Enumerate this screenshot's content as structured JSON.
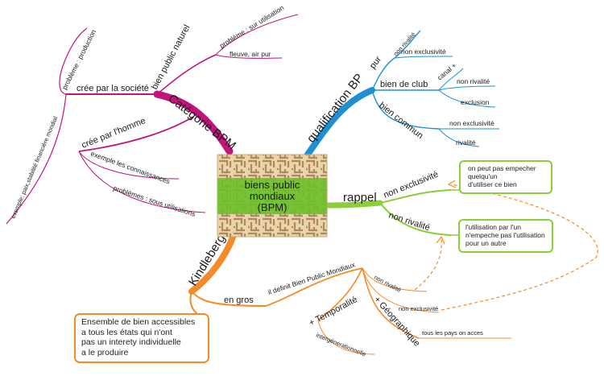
{
  "center": {
    "lines": [
      "biens public",
      "mondiaux",
      "(BPM)"
    ]
  },
  "left_branch": {
    "title": "Catégorie BPM",
    "cree_societe": "crée par la société",
    "bien_public_naturel": "bien public naturel",
    "probleme_sur_utilisation": "problème : sur utilisation",
    "fleuve_air_pur": "fleuve, air pur",
    "probleme_production": "problème : production",
    "exemple_paix": "exemple: paix,stabilité financière mondial",
    "cree_homme": "crée par l'homme",
    "exemple_connaissances": "exemple les connaissances",
    "problemes_sous_utilisations": "problèmes : sous utilisations"
  },
  "right_top_branch": {
    "title": "qualification BP",
    "pur": "pur",
    "non_rivalite_1": "non rivalité",
    "non_exclusivite_1": "non exclusivité",
    "bien_de_club": "bien de club",
    "canal": "canal +",
    "non_rivalite_2": "non rivalité",
    "exclusion": "exclusion",
    "bien_commun": "bien commun",
    "non_exclusivite_2": "non exclusivité",
    "rivalite": "rivalité"
  },
  "rappel_branch": {
    "title": "rappel",
    "non_exclusivite": "non exclusivité",
    "non_rivalite": "non rivalité",
    "note_empecher": [
      "on peut pas empecher",
      "quelqu'un",
      "d'utiliser ce bien"
    ],
    "note_utilisation": [
      "l'utilisation par l'un",
      "n'empeche pas l'utilisation",
      "pour un autre"
    ]
  },
  "kindleberg_branch": {
    "title": "Kindleberg",
    "en_gros": "en gros",
    "definit": "il definit Bien Public Mondiaux",
    "non_rivalite": "non rivalité",
    "non_exclusivite": "non exclusivité",
    "temporalite": "+ Temporalité",
    "intergenerationnelle": "intergénerationnelle",
    "geographique": "+ Géographique",
    "tous_les_pays": "tous les pays on acces",
    "note": [
      "Ensemble de bien accessibles",
      "a tous les états qui n'ont",
      "pas un interety individuelle",
      "a le produire"
    ]
  },
  "colors": {
    "left": "#c0157a",
    "right_top": "#1e8fd0",
    "rappel": "#8ccd3a",
    "kindleberg": "#f58a2a",
    "center_band": "#6cc02a"
  },
  "icons": {
    "center_image": "maze-image"
  }
}
